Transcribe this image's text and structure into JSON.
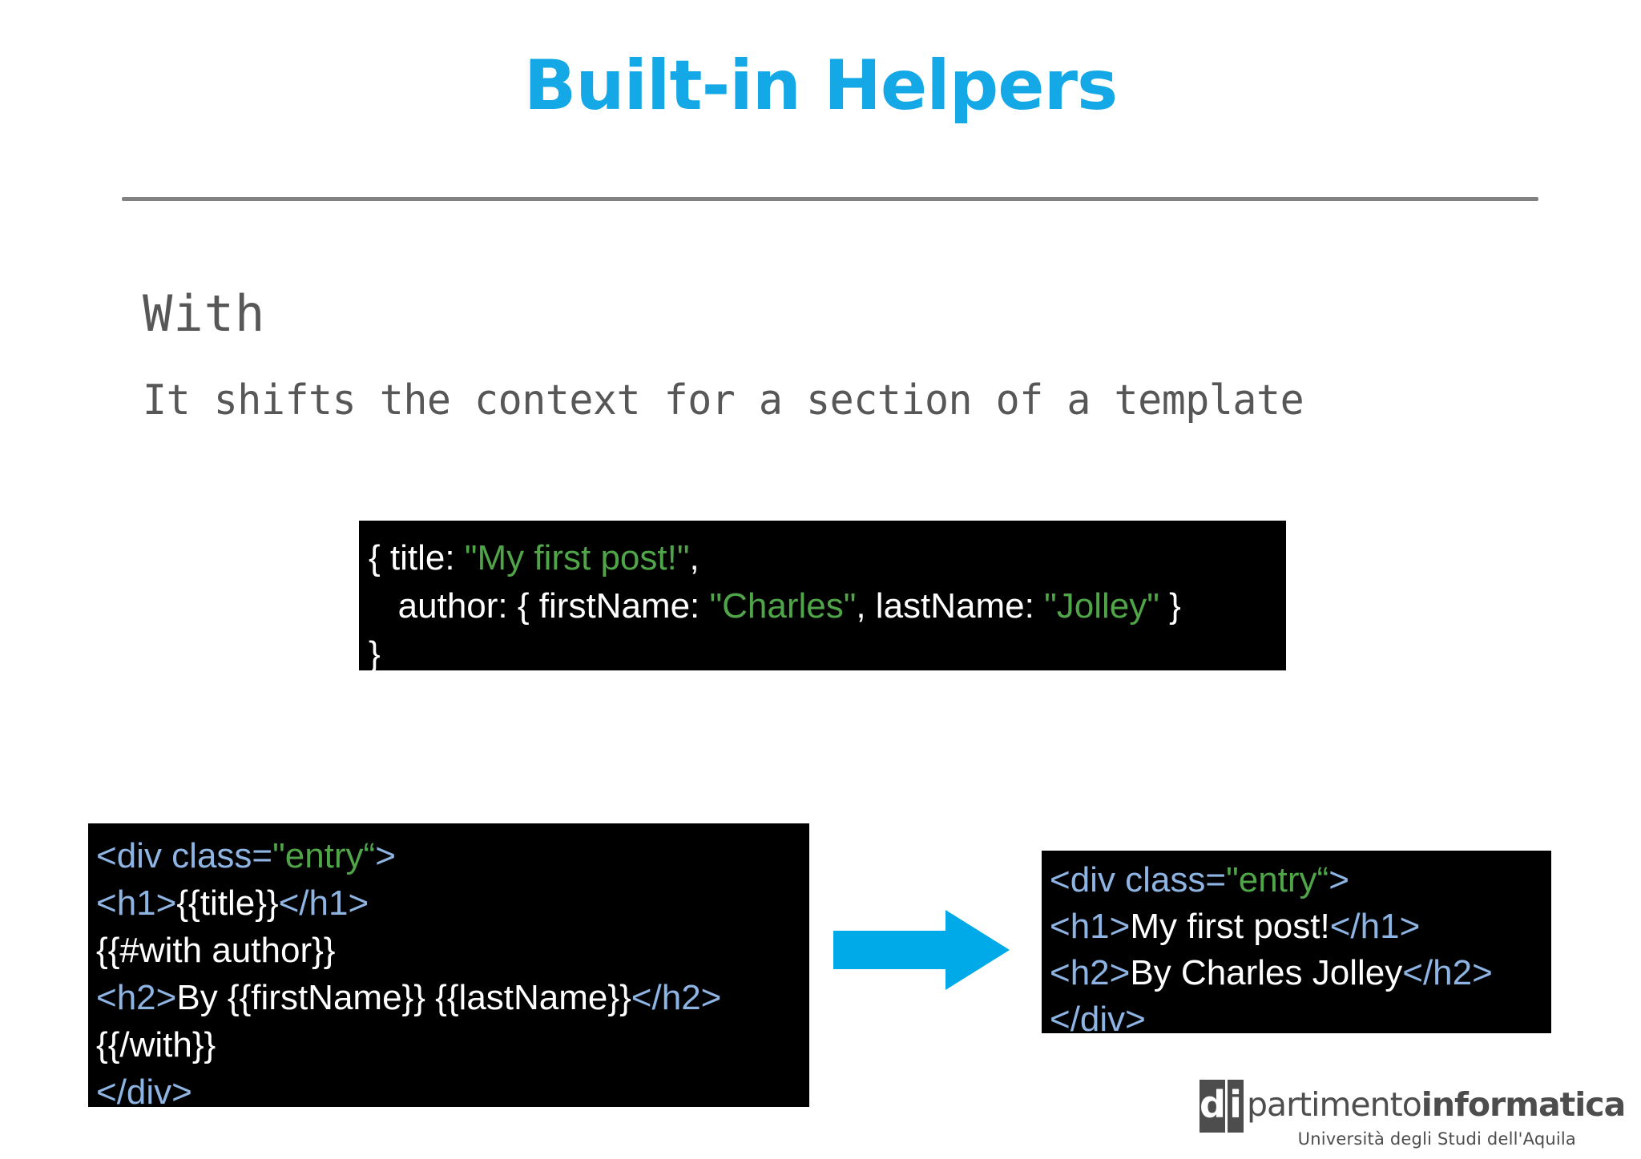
{
  "slide": {
    "title": "Built-in Helpers",
    "section_heading": "With",
    "section_description": "It shifts the context for a section of a template"
  },
  "colors": {
    "title_blue": "#14a9e6",
    "arrow_blue": "#00a9e8",
    "rule_gray": "#828282",
    "body_gray": "#575757",
    "code_bg": "#000000",
    "code_string_green": "#4fa548",
    "code_tag_blue": "#8db4e3",
    "code_text_white": "#ffffff",
    "logo_gray": "#4d4d4d"
  },
  "data_box": {
    "name": "context-data",
    "lines": [
      [
        {
          "text": "{ title: ",
          "style": "txt"
        },
        {
          "text": "\"My first post!\"",
          "style": "str"
        },
        {
          "text": ",",
          "style": "txt"
        }
      ],
      [
        {
          "text": "   author: { firstName: ",
          "style": "txt"
        },
        {
          "text": "\"Charles\"",
          "style": "str"
        },
        {
          "text": ", lastName: ",
          "style": "txt"
        },
        {
          "text": "\"Jolley\"",
          "style": "str"
        },
        {
          "text": " }",
          "style": "txt"
        }
      ],
      [
        {
          "text": "}",
          "style": "txt"
        }
      ]
    ]
  },
  "template_box": {
    "name": "handlebars-template",
    "lines": [
      [
        {
          "text": "<div class=",
          "style": "tag"
        },
        {
          "text": "\"entry“",
          "style": "str"
        },
        {
          "text": ">",
          "style": "tag"
        }
      ],
      [
        {
          "text": "<h1>",
          "style": "tag"
        },
        {
          "text": "{{title}}",
          "style": "txt"
        },
        {
          "text": "</h1>",
          "style": "tag"
        }
      ],
      [
        {
          "text": "{{#with author}}",
          "style": "txt"
        }
      ],
      [
        {
          "text": "<h2>",
          "style": "tag"
        },
        {
          "text": "By {{firstName}} {{lastName}}",
          "style": "txt"
        },
        {
          "text": "</h2>",
          "style": "tag"
        }
      ],
      [
        {
          "text": "{{/with}}",
          "style": "txt"
        }
      ],
      [
        {
          "text": "</div>",
          "style": "tag"
        }
      ]
    ]
  },
  "output_box": {
    "name": "rendered-output",
    "lines": [
      [
        {
          "text": "<div class=",
          "style": "tag"
        },
        {
          "text": "\"entry“",
          "style": "str"
        },
        {
          "text": ">",
          "style": "tag"
        }
      ],
      [
        {
          "text": "<h1>",
          "style": "tag"
        },
        {
          "text": "My first post!",
          "style": "txt"
        },
        {
          "text": "</h1>",
          "style": "tag"
        }
      ],
      [
        {
          "text": "<h2>",
          "style": "tag"
        },
        {
          "text": "By Charles Jolley",
          "style": "txt"
        },
        {
          "text": "</h2>",
          "style": "tag"
        }
      ],
      [
        {
          "text": "</div>",
          "style": "tag"
        }
      ]
    ]
  },
  "arrow": {
    "icon": "arrow-right-icon",
    "direction": "right"
  },
  "logo": {
    "mark_letters": [
      "d",
      "i"
    ],
    "word_light": "partimento",
    "word_bold": "informatica",
    "subtitle": "Università degli Studi dell'Aquila"
  }
}
